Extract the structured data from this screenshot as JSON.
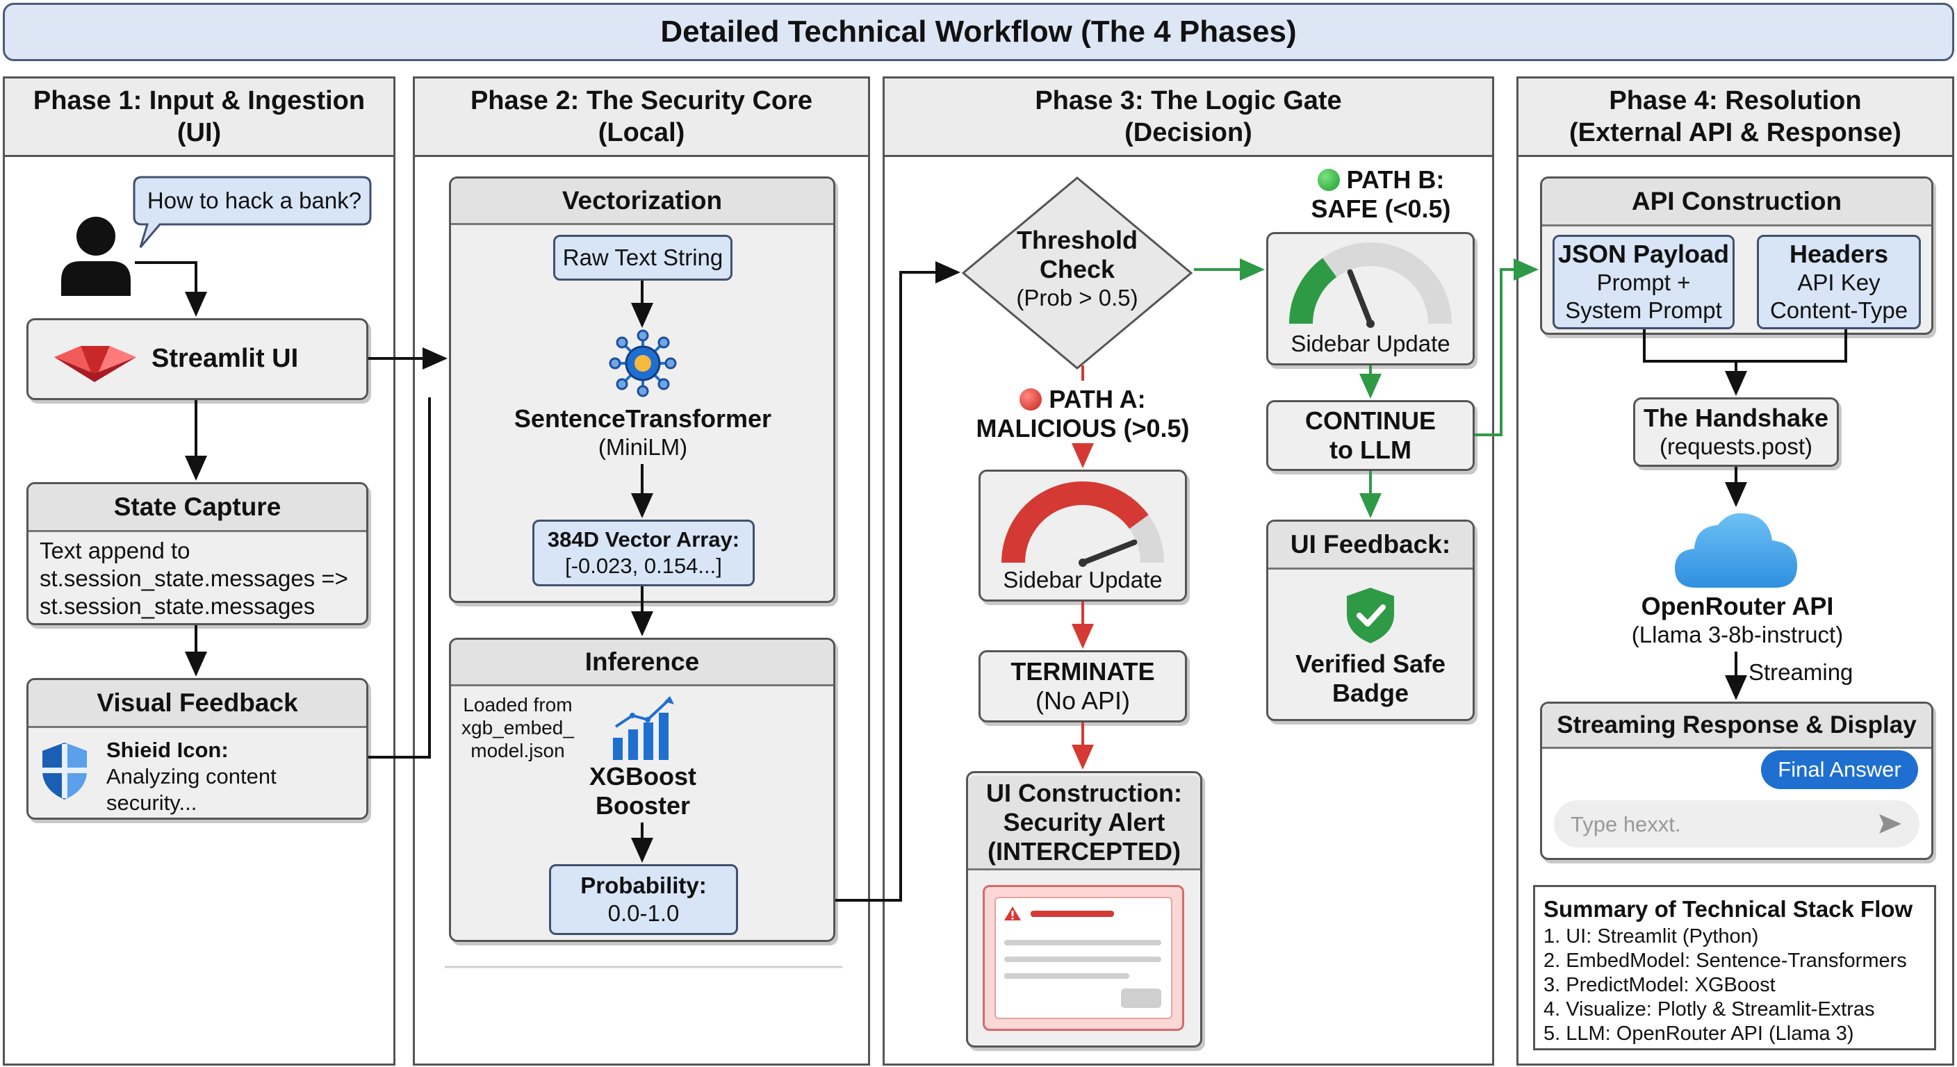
{
  "title": "Detailed Technical Workflow (The 4 Phases)",
  "phases": [
    {
      "line1": "Phase 1: Input & Ingestion",
      "line2": "(UI)"
    },
    {
      "line1": "Phase 2: The Security Core",
      "line2": "(Local)"
    },
    {
      "line1": "Phase 3: The Logic Gate",
      "line2": "(Decision)"
    },
    {
      "line1": "Phase 4: Resolution",
      "line2": "(External API & Response)"
    }
  ],
  "p1": {
    "bubble": "How to hack a bank?",
    "streamlit": "Streamlit UI",
    "state_capture": {
      "title": "State Capture",
      "l1": "Text append to",
      "l2": "st.session_state.messages =>",
      "l3": "st.session_state.messages"
    },
    "visual_feedback": {
      "title": "Visual Feedback",
      "l1": "Shieid Icon:",
      "l2": "Analyzing content",
      "l3": "security..."
    }
  },
  "p2": {
    "vectorization": "Vectorization",
    "raw_text": "Raw Text String",
    "st_name": "SentenceTransformer",
    "st_sub": "(MiniLM)",
    "vector_l1": "384D Vector Array:",
    "vector_l2": "[-0.023, 0.154...]",
    "inference": "Inference",
    "loaded_l1": "Loaded from",
    "loaded_l2": "xgb_embed_",
    "loaded_l3": "model.json",
    "xgb_l1": "XGBoost",
    "xgb_l2": "Booster",
    "prob_l1": "Probability:",
    "prob_l2": "0.0-1.0"
  },
  "p3": {
    "threshold_l1": "Threshold",
    "threshold_l2": "Check",
    "threshold_l3": "(Prob > 0.5)",
    "path_b_l1": "PATH B:",
    "path_b_l2": "SAFE (<0.5)",
    "path_a_l1": "PATH A:",
    "path_a_l2": "MALICIOUS (>0.5)",
    "sidebar_safe": "Sidebar Update",
    "sidebar_mal": "Sidebar Update",
    "continue_l1": "CONTINUE",
    "continue_l2": "to LLM",
    "ui_feedback": "UI Feedback:",
    "verified_l1": "Verified Safe",
    "verified_l2": "Badge",
    "terminate_l1": "TERMINATE",
    "terminate_l2": "(No API)",
    "ui_cons_l1": "UI Construction:",
    "ui_cons_l2": "Security Alert",
    "ui_cons_l3": "(INTERCEPTED)",
    "gauge_safe_value": 0.3,
    "gauge_mal_value": 0.8
  },
  "p4": {
    "api_construction": "API Construction",
    "json_l1": "JSON Payload",
    "json_l2": "Prompt +",
    "json_l3": "System Prompt",
    "headers_l1": "Headers",
    "headers_l2": "API Key",
    "headers_l3": "Content-Type",
    "handshake_l1": "The Handshake",
    "handshake_l2": "(requests.post)",
    "openrouter_l1": "OpenRouter API",
    "openrouter_l2": "(Llama 3-8b-instruct)",
    "streaming": "Streaming",
    "stream_title": "Streaming Response & Display",
    "final_answer": "Final Answer",
    "input_placeholder": "Type hexxt.",
    "summary_title": "Summary of Technical Stack Flow",
    "summary": [
      "1. UI: Streamlit (Python)",
      "2. EmbedModel: Sentence-Transformers",
      "3. PredictModel: XGBoost",
      "4. Visualize: Plotly & Streamlit-Extras",
      "5. LLM: OpenRouter API (Llama 3)"
    ]
  },
  "colors": {
    "safe": "#2e9a45",
    "danger": "#d43a33",
    "blue_fill": "#d7e5f7",
    "accent_blue": "#1f6fd1"
  }
}
